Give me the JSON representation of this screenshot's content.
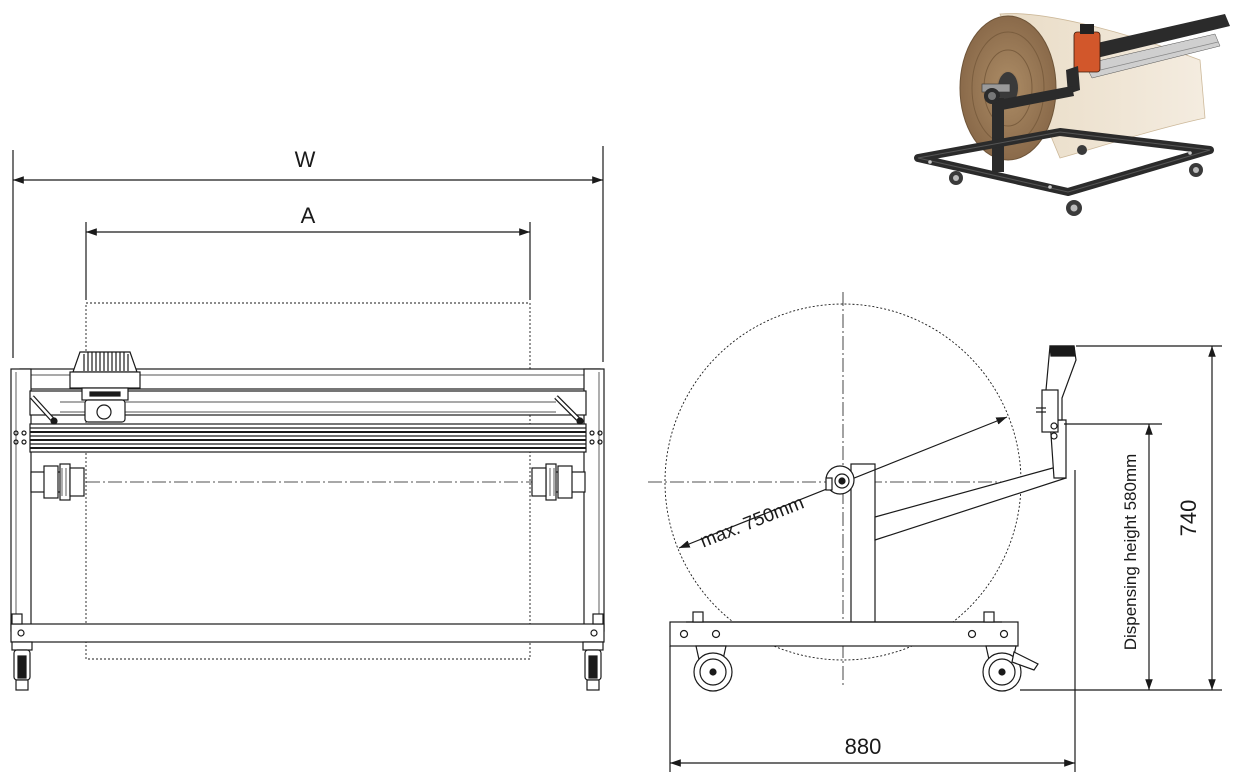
{
  "front_view": {
    "width_label": "W",
    "axle_label": "A"
  },
  "side_view": {
    "diameter_label": "max. 750mm",
    "depth_label": "880",
    "height_label": "740",
    "dispensing_label": "Dispensing height 580mm"
  },
  "colors": {
    "line": "#1a1a1a",
    "frame_fill": "#ffffff",
    "photo_roll": "#e7d6bf",
    "photo_roll_edge": "#8a6a4a",
    "photo_frame": "#2b2b2b",
    "photo_accent": "#d2572b"
  }
}
